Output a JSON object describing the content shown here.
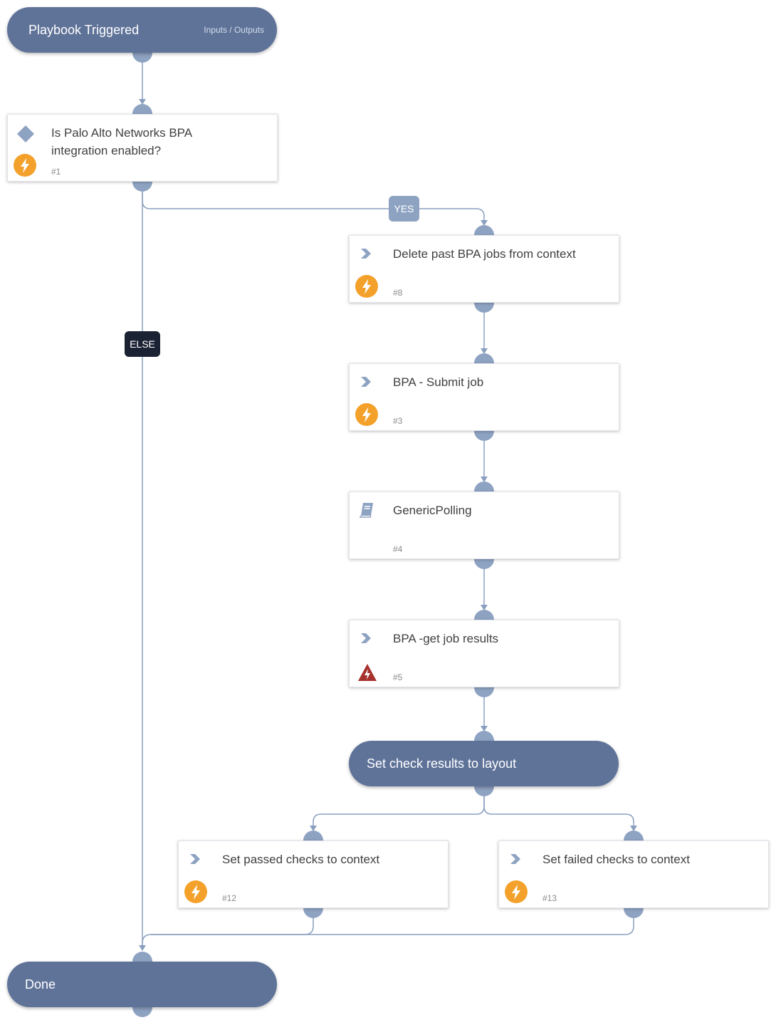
{
  "start": {
    "title": "Playbook Triggered",
    "io_link": "Inputs / Outputs"
  },
  "branches": {
    "yes": "YES",
    "else": "ELSE"
  },
  "tasks": {
    "t1": {
      "title": "Is Palo Alto Networks BPA integration enabled?",
      "number": "#1",
      "kind": "condition",
      "status": "automation"
    },
    "t8": {
      "title": "Delete past BPA jobs from context",
      "number": "#8",
      "kind": "command",
      "status": "automation"
    },
    "t3": {
      "title": "BPA - Submit job",
      "number": "#3",
      "kind": "command",
      "status": "automation"
    },
    "t4": {
      "title": "GenericPolling",
      "number": "#4",
      "kind": "playbook",
      "status": "none"
    },
    "t5": {
      "title": "BPA -get job results",
      "number": "#5",
      "kind": "command",
      "status": "error"
    },
    "t12": {
      "title": "Set passed checks to context",
      "number": "#12",
      "kind": "command",
      "status": "automation"
    },
    "t13": {
      "title": "Set failed checks to context",
      "number": "#13",
      "kind": "command",
      "status": "automation"
    }
  },
  "section": {
    "title": "Set check results to layout"
  },
  "end": {
    "title": "Done"
  },
  "colors": {
    "pill": "#5f7399",
    "connector": "#8ea3c2",
    "line": "#8a9fbf",
    "automation_icon": "#f3a12a",
    "error_icon": "#a6322d",
    "yes_tag": "#8ea3c2",
    "else_tag": "#1b2233"
  },
  "icons": {
    "condition": "diamond-icon",
    "command": "chevron-icon",
    "playbook": "book-icon",
    "automation": "lightning-icon",
    "error": "warning-lightning-icon"
  }
}
